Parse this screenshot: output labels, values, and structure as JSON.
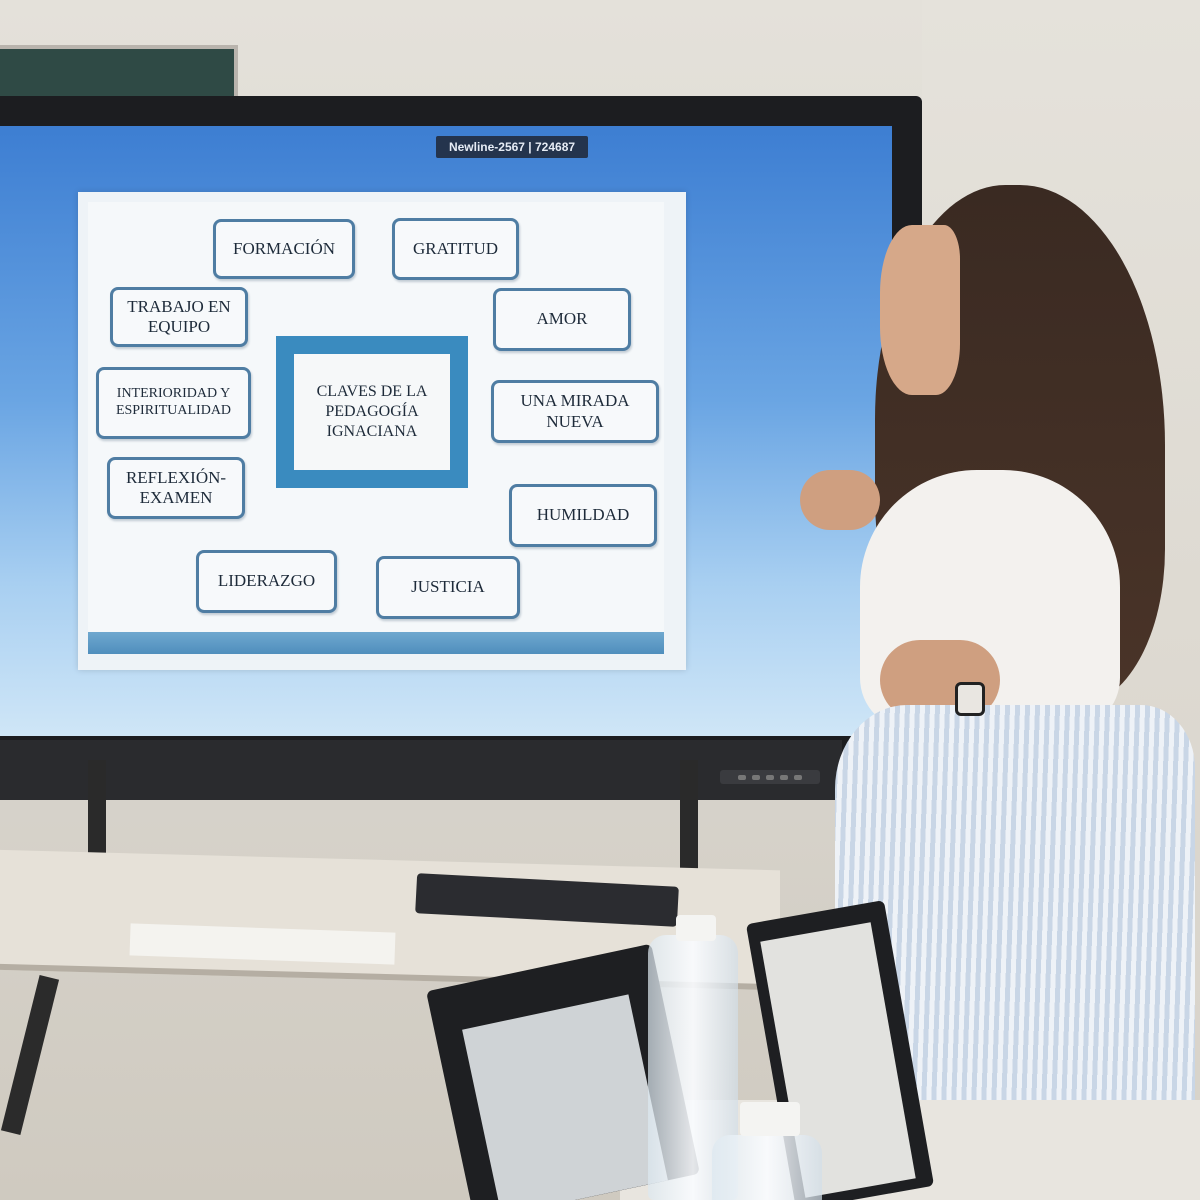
{
  "screen_tag": "Newline-2567 | 724687",
  "slide": {
    "center": "CLAVES DE LA PEDAGOGÍA IGNACIANA",
    "keywords": {
      "formacion": "FORMACIÓN",
      "gratitud": "GRATITUD",
      "trabajo": "TRABAJO EN EQUIPO",
      "amor": "AMOR",
      "interioridad": "INTERIORIDAD Y ESPIRITUALIDAD",
      "mirada": "UNA MIRADA NUEVA",
      "reflexion": "REFLEXIÓN-EXAMEN",
      "humildad": "HUMILDAD",
      "liderazgo": "LIDERAZGO",
      "justicia": "JUSTICIA"
    }
  },
  "colors": {
    "screen_blue": "#3d7ed2",
    "box_border": "#4f7da3",
    "center_frame": "#3a8bbf"
  }
}
